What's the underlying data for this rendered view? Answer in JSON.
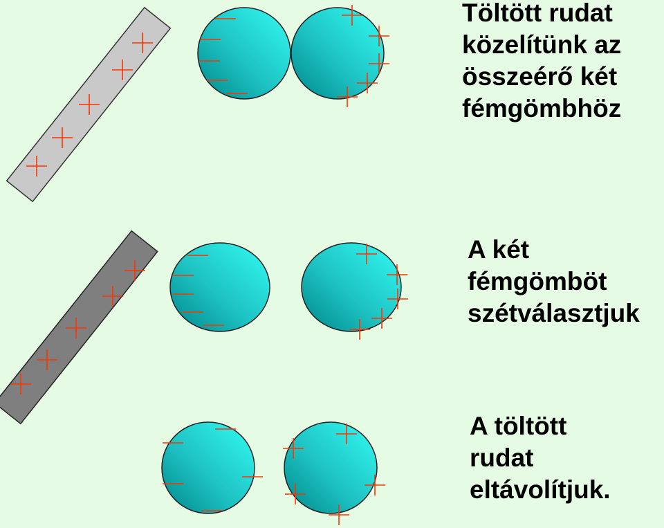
{
  "colors": {
    "background": "#e6fbe4",
    "sphere_light": "#33fbf4",
    "sphere_dark": "#00868a",
    "rod_light": "#c9c9c9",
    "rod_dark": "#7f7f7f",
    "charge": "#ff3300"
  },
  "steps": [
    {
      "lines": [
        "Töltött rudat",
        "közelítünk az",
        "összeérő két",
        "fémgömbhöz"
      ]
    },
    {
      "lines": [
        "A két",
        "fémgömböt",
        "szétválasztjuk"
      ]
    },
    {
      "lines": [
        "A töltött",
        "rudat",
        "eltávolítjuk."
      ]
    }
  ],
  "symbols": {
    "plus": "+",
    "minus": "−"
  }
}
